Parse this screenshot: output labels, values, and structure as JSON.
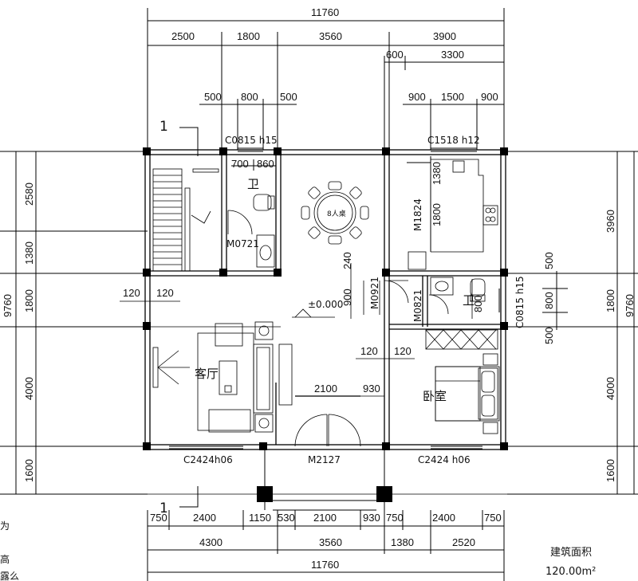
{
  "dimensions": {
    "top_total": "11760",
    "top_row1": [
      "2500",
      "1800",
      "3560",
      "3900"
    ],
    "top_row2": [
      "600",
      "3300"
    ],
    "top_row3a": [
      "500",
      "800",
      "500"
    ],
    "top_row3b": [
      "900",
      "1500",
      "900"
    ],
    "bottom_row1": [
      "750",
      "2400",
      "1150",
      "530",
      "2100",
      "930",
      "750",
      "2400",
      "750"
    ],
    "bottom_row2": [
      "4300",
      "3560",
      "1380",
      "2520"
    ],
    "bottom_total": "11760",
    "left_total": "9760",
    "left_parts": [
      "2580",
      "1380",
      "1800",
      "4000",
      "1600"
    ],
    "right_total": "9760",
    "right_parts": [
      "3960",
      "1800",
      "4000",
      "1600"
    ],
    "right_window": [
      "500",
      "800",
      "500"
    ],
    "interior": {
      "d700": "700",
      "d860": "860",
      "d1380": "1380",
      "d1800": "1800",
      "d240": "240",
      "d900": "900",
      "d120a": "120",
      "d120b": "120",
      "d120c": "120",
      "d120d": "120",
      "d2100": "2100",
      "d930": "930"
    }
  },
  "labels": {
    "window_top_left": "C0815 h15",
    "window_top_right": "C1518 h12",
    "window_right": "C0815 h15",
    "window_bottom_left": "C2424h06",
    "window_bottom_right": "C2424 h06",
    "door_main": "M2127",
    "door_bath": "M0721",
    "door_kitchen": "M1824",
    "door_m0921": "M0921",
    "door_m0821": "M0821",
    "table": "8人桌",
    "bath_1": "卫",
    "bath_2": "卫",
    "living_room": "客厅",
    "bedroom": "卧室",
    "level": "±0.000",
    "section_top": "1",
    "section_bottom": "1"
  },
  "margin_text": [
    "为",
    "高",
    "露么"
  ],
  "area_box": {
    "title": "建筑面积",
    "value": "120.00m²"
  }
}
